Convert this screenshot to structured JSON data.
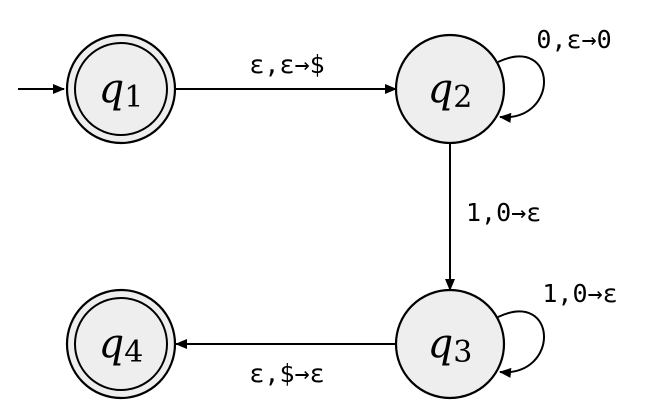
{
  "states": {
    "q1": {
      "letter": "q",
      "sub": "1"
    },
    "q2": {
      "letter": "q",
      "sub": "2"
    },
    "q3": {
      "letter": "q",
      "sub": "3"
    },
    "q4": {
      "letter": "q",
      "sub": "4"
    }
  },
  "transitions": {
    "q1_q2": "ε,ε→$",
    "q2_loop": "0,ε→0",
    "q2_q3": "1,0→ε",
    "q3_loop": "1,0→ε",
    "q3_q4": "ε,$→ε"
  },
  "start_state": "q1",
  "accept_states": [
    "q1",
    "q4"
  ]
}
